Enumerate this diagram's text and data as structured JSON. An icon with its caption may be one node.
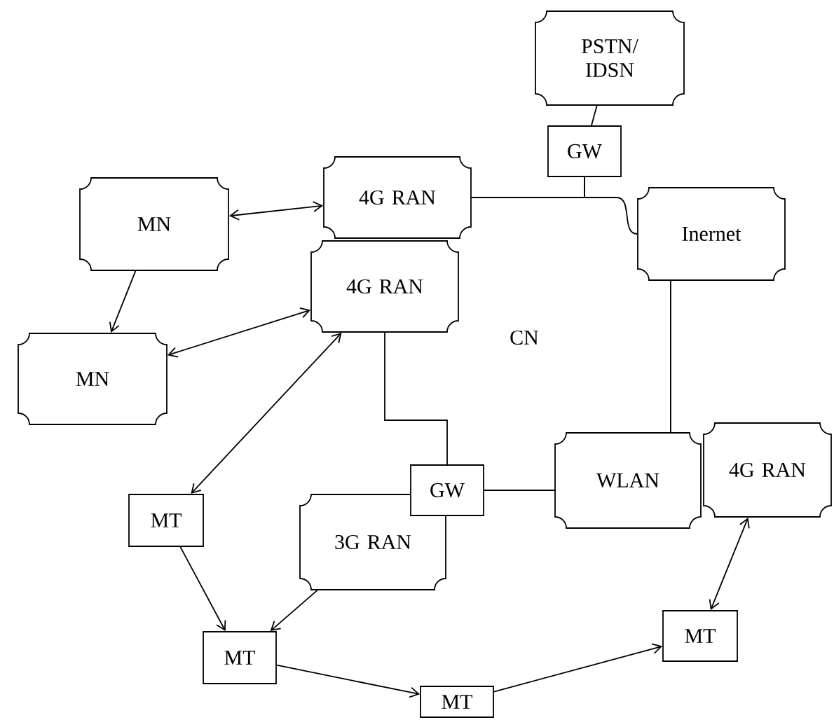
{
  "diagram": {
    "nodes": [
      {
        "text": [
          "PSTN/ IDSN"
        ]
      },
      {
        "text": [
          "GW"
        ]
      },
      {
        "text": [
          "MN"
        ]
      },
      {
        "text": [
          "4G RAN"
        ]
      },
      {
        "text": [
          "Inernet"
        ]
      },
      {
        "text": [
          "4G RAN"
        ]
      },
      {
        "text": [
          "MN"
        ]
      },
      {
        "text": [
          "GW"
        ]
      },
      {
        "text": [
          "3G RAN"
        ]
      },
      {
        "text": [
          "WLAN"
        ]
      },
      {
        "text": [
          "4G RAN"
        ]
      },
      {
        "text": [
          "MT"
        ]
      },
      {
        "text": [
          "MT"
        ]
      },
      {
        "text": [
          "MT"
        ]
      },
      {
        "text": [
          "MT"
        ]
      }
    ],
    "edges": [
      {
        "from": 0,
        "to": 1,
        "arrow": "none"
      },
      {
        "from": 1,
        "to": 3,
        "arrow": "none"
      },
      {
        "from": 1,
        "to": 4,
        "arrow": "none"
      },
      {
        "from": 4,
        "to": 9,
        "arrow": "none"
      },
      {
        "from": 5,
        "to": 7,
        "arrow": "none"
      },
      {
        "from": 7,
        "to": 9,
        "arrow": "none"
      },
      {
        "from": 2,
        "to": 3,
        "arrow": "both"
      },
      {
        "from": 2,
        "to": 6,
        "arrow": "to"
      },
      {
        "from": 6,
        "to": 5,
        "arrow": "both"
      },
      {
        "from": 11,
        "to": 5,
        "arrow": "both"
      },
      {
        "from": 11,
        "to": 12,
        "arrow": "to"
      },
      {
        "from": 8,
        "to": 12,
        "arrow": "to"
      },
      {
        "from": 12,
        "to": 13,
        "arrow": "to"
      },
      {
        "from": 13,
        "to": 14,
        "arrow": "to"
      },
      {
        "from": 14,
        "to": 10,
        "arrow": "both"
      }
    ],
    "labels": [
      "CN"
    ]
  }
}
